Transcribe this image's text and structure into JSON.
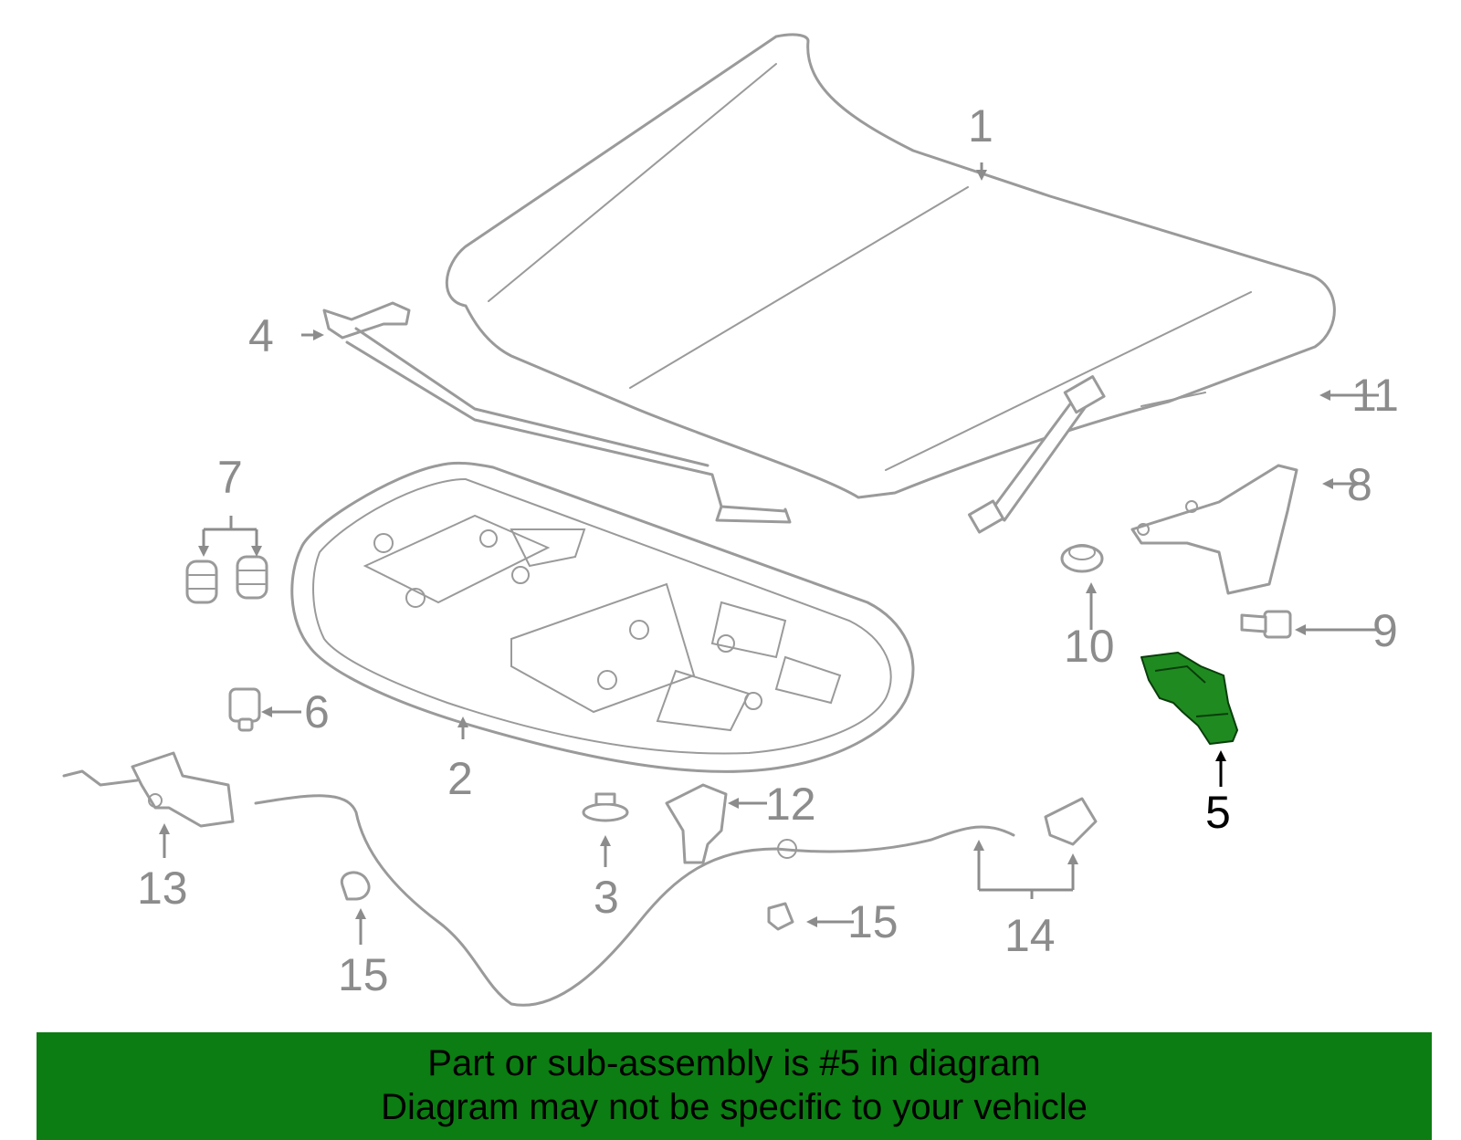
{
  "parts": {
    "p1": "1",
    "p2": "2",
    "p3": "3",
    "p4": "4",
    "p5": "5",
    "p6": "6",
    "p7": "7",
    "p8": "8",
    "p9": "9",
    "p10": "10",
    "p11": "11",
    "p12": "12",
    "p13": "13",
    "p14": "14",
    "p15a": "15",
    "p15b": "15"
  },
  "highlight": {
    "part": "5",
    "color": "#0c7d12"
  },
  "banner": {
    "line1": "Part or sub-assembly is #5 in diagram",
    "line2": "Diagram may not be specific to your vehicle",
    "background": "#0c7d12"
  }
}
